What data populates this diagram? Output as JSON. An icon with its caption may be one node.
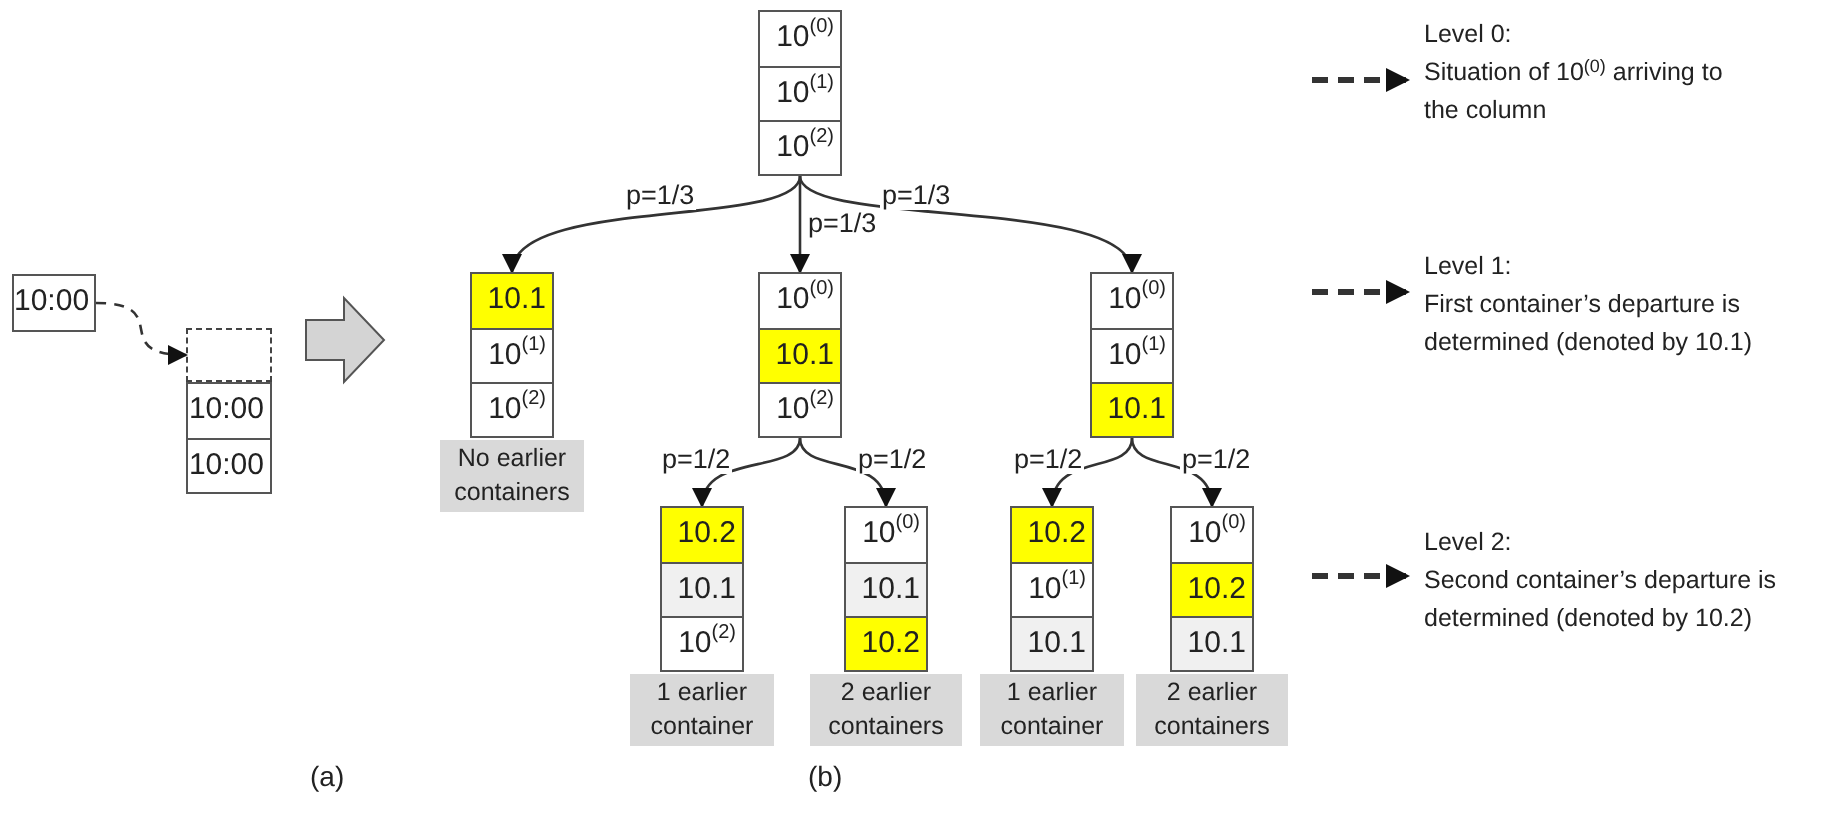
{
  "diagram": {
    "nodes": [
      {
        "text": [
          "10:00"
        ]
      },
      {
        "text": [],
        "shape": "box"
      },
      {
        "text": [
          "10:00",
          "10:00"
        ]
      },
      {
        "text": [
          "10$^{(0)}$",
          "10$^{(1)}$",
          "10$^{(2)}$"
        ]
      },
      {
        "text": [
          "10.1",
          "10$^{(1)}$",
          "10$^{(2)}$"
        ],
        "beside": [
          "No earlier containers"
        ]
      },
      {
        "text": [
          "10$^{(0)}$",
          "10.1",
          "10$^{(2)}$"
        ]
      },
      {
        "text": [
          "10$^{(0)}$",
          "10$^{(1)}$",
          "10.1"
        ]
      },
      {
        "text": [
          "10.2",
          "10.1",
          "10$^{(2)}$"
        ],
        "beside": [
          "1 earlier container"
        ]
      },
      {
        "text": [
          "10$^{(0)}$",
          "10.1",
          "10.2"
        ],
        "beside": [
          "2 earlier containers"
        ]
      },
      {
        "text": [
          "10.2",
          "10$^{(1)}$",
          "10.1"
        ],
        "beside": [
          "1 earlier container"
        ]
      },
      {
        "text": [
          "10$^{(0)}$",
          "10.2",
          "10.1"
        ],
        "beside": [
          "2 earlier containers"
        ]
      },
      {
        "text": [
          "Level 0:",
          "Situation of 10$^{(0)}$ arriving to the column"
        ]
      },
      {
        "text": [
          "Level 1:",
          "First container’s departure is determined (denoted by 10.1)"
        ]
      },
      {
        "text": [
          "Level 2:",
          "Second container’s departure is determined (denoted by 10.2)"
        ]
      }
    ],
    "edges": [
      {
        "from": 0,
        "to": 1,
        "arrow": "to",
        "style": "dashed"
      },
      {
        "from": 3,
        "to": 4,
        "arrow": "to",
        "label": "p=1/3"
      },
      {
        "from": 3,
        "to": 5,
        "arrow": "to",
        "label": "p=1/3"
      },
      {
        "from": 3,
        "to": 6,
        "arrow": "to",
        "label": "p=1/3"
      },
      {
        "from": 5,
        "to": 7,
        "arrow": "to",
        "label": "p=1/2"
      },
      {
        "from": 5,
        "to": 8,
        "arrow": "to",
        "label": "p=1/2"
      },
      {
        "from": 6,
        "to": 9,
        "arrow": "to",
        "label": "p=1/2"
      },
      {
        "from": 6,
        "to": 10,
        "arrow": "to",
        "label": "p=1/2"
      },
      {
        "from": null,
        "to": 11,
        "arrow": "to",
        "style": "dashed"
      },
      {
        "from": null,
        "to": 12,
        "arrow": "to",
        "style": "dashed"
      },
      {
        "from": null,
        "to": 13,
        "arrow": "to",
        "style": "dashed"
      }
    ],
    "labels": [
      "(a)",
      "(b)"
    ]
  }
}
